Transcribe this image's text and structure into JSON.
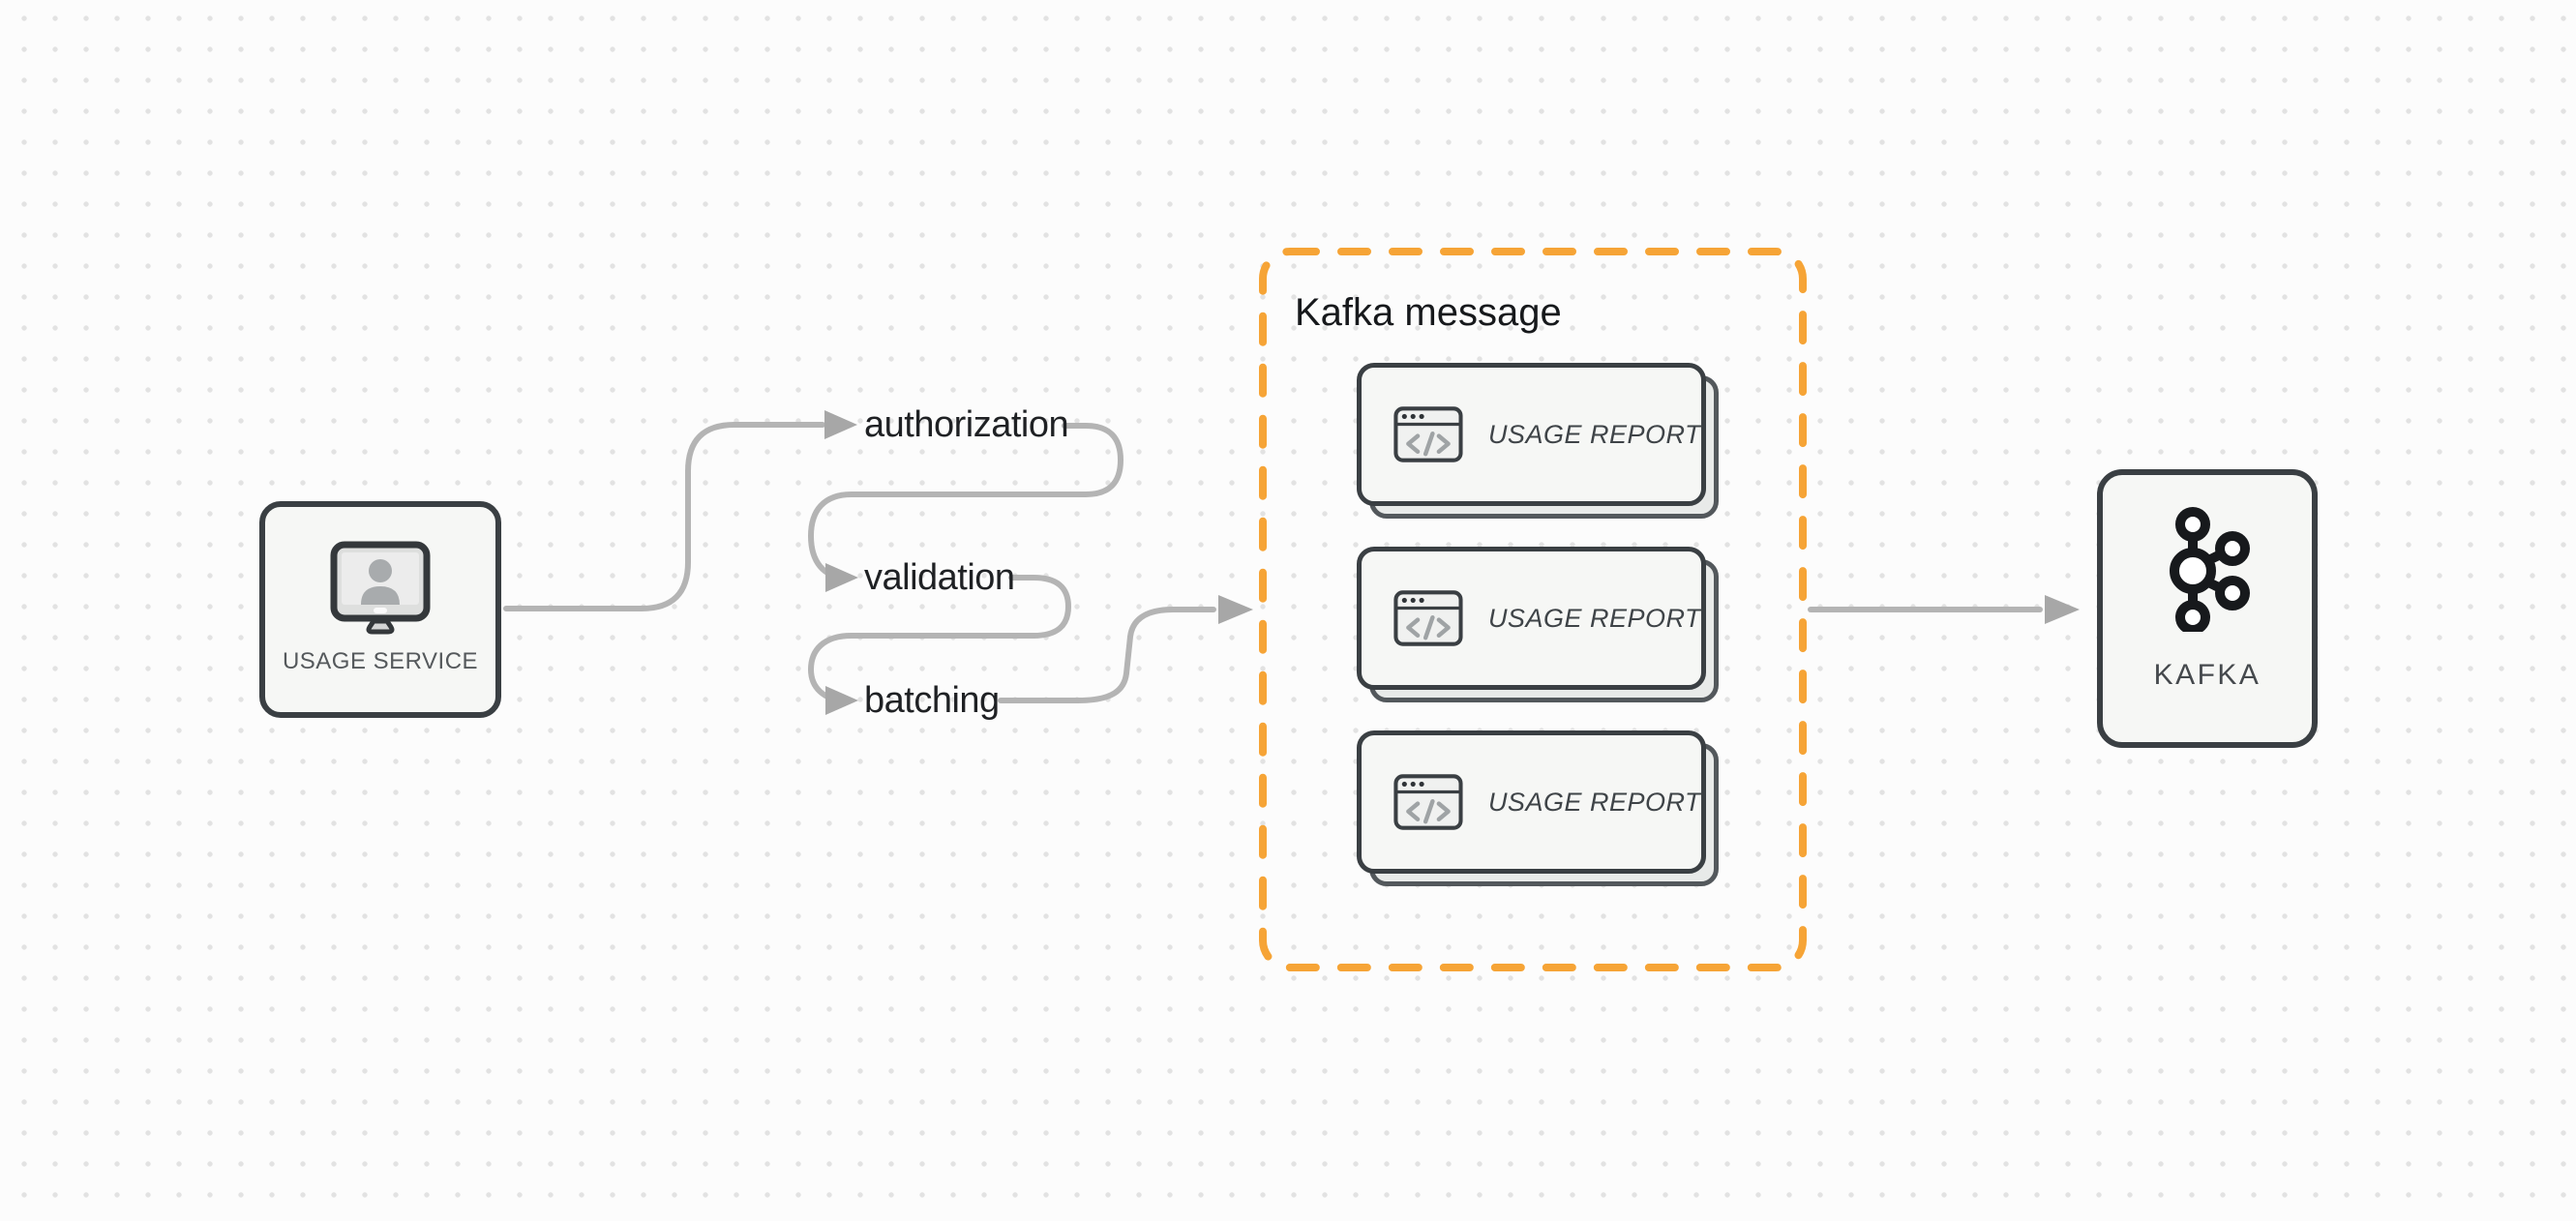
{
  "canvas": {
    "background": "#fcfcfc",
    "dot_color": "#e2e2e2"
  },
  "palette": {
    "accent_orange": "#f6a436",
    "connector_gray": "#b4b4b4",
    "arrowhead_gray": "#a7a7a7",
    "node_border_dark": "#3a3f43",
    "node_background": "#f6f7f5"
  },
  "usage_service": {
    "label": "USAGE SERVICE",
    "icon": "monitor-user-icon"
  },
  "flow_steps": [
    {
      "label": "authorization"
    },
    {
      "label": "validation"
    },
    {
      "label": "batching"
    }
  ],
  "kafka_message_group": {
    "title": "Kafka message",
    "cards": [
      {
        "label": "USAGE REPORT",
        "icon": "code-window-icon"
      },
      {
        "label": "USAGE REPORT",
        "icon": "code-window-icon"
      },
      {
        "label": "USAGE REPORT",
        "icon": "code-window-icon"
      }
    ]
  },
  "kafka": {
    "label": "KAFKA",
    "icon": "kafka-logo-icon"
  }
}
